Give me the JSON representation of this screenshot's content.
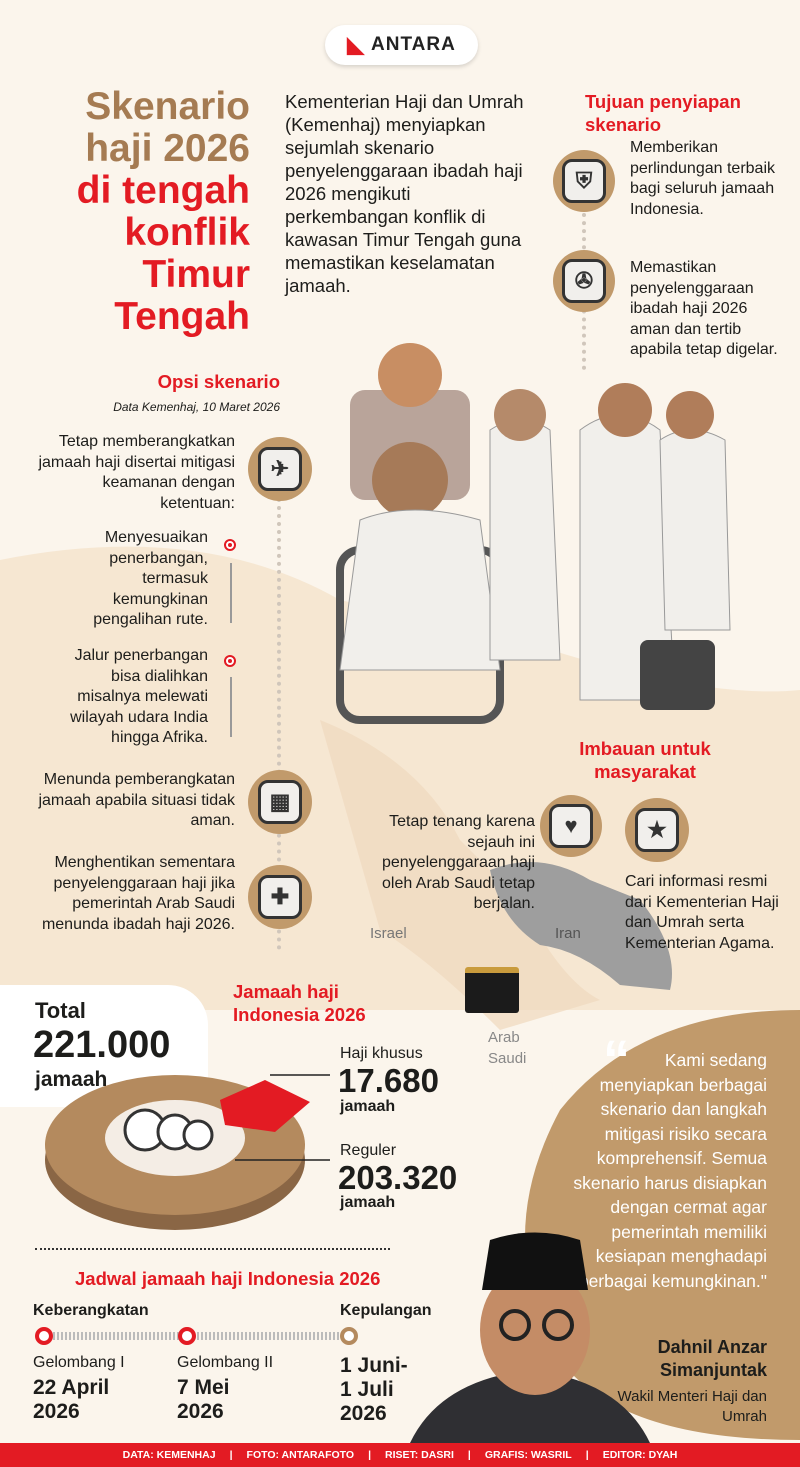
{
  "brand": {
    "logo_text": "ANTARA"
  },
  "title": {
    "line1": "Skenario",
    "line2": "haji 2026",
    "line3": "di tengah",
    "line4": "konflik",
    "line5": "Timur",
    "line6": "Tengah"
  },
  "intro": "Kementerian Haji dan Umrah (Kemenhaj) menyiapkan sejumlah skenario penyelenggaraan ibadah haji 2026 mengikuti perkembangan konflik di kawasan Timur Tengah guna memastikan keselamatan jamaah.",
  "tujuan": {
    "heading": "Tujuan penyiapan skenario",
    "items": [
      {
        "icon": "shield-icon",
        "text": "Memberikan perlindungan terbaik bagi seluruh jamaah Indonesia."
      },
      {
        "icon": "safety-fan-icon",
        "text": "Memastikan penyelenggaraan ibadah haji 2026 aman dan tertib apabila tetap digelar."
      }
    ]
  },
  "opsi": {
    "heading": "Opsi skenario",
    "source": "Data Kemenhaj, 10 Maret 2026",
    "items": [
      {
        "icon": "airplane-icon",
        "text": "Tetap memberangkatkan jamaah haji disertai mitigasi keamanan dengan ketentuan:"
      },
      {
        "text": "Menyesuaikan penerbangan, termasuk kemungkinan pengalihan rute."
      },
      {
        "text": "Jalur penerbangan bisa dialihkan misalnya melewati wilayah udara India hingga Afrika."
      },
      {
        "icon": "calendar-icon",
        "text": "Menunda pemberangkatan jamaah apabila situasi tidak aman."
      },
      {
        "icon": "stop-cross-icon",
        "text": "Menghentikan sementara penyelenggaraan haji jika pemerintah Arab Saudi menunda ibadah haji 2026."
      }
    ]
  },
  "imbauan": {
    "heading": "Imbauan untuk masyarakat",
    "items": [
      {
        "icon": "calm-head-icon",
        "text": "Tetap tenang karena sejauh ini penyelenggaraan haji oleh Arab Saudi tetap berjalan."
      },
      {
        "icon": "info-message-icon",
        "text": "Cari informasi resmi dari Kementerian Haji dan Umrah serta Kementerian Agama."
      }
    ]
  },
  "map_labels": {
    "israel": "Israel",
    "iran": "Iran",
    "arab_saudi": "Arab Saudi"
  },
  "jamaah": {
    "heading": "Jamaah haji Indonesia 2026",
    "total_label": "Total",
    "total_value": "221.000",
    "total_unit": "jamaah",
    "segments": [
      {
        "label": "Haji khusus",
        "value": "17.680",
        "unit": "jamaah",
        "color": "#e31b23"
      },
      {
        "label": "Reguler",
        "value": "203.320",
        "unit": "jamaah",
        "color": "#b48a5e"
      }
    ]
  },
  "quote": {
    "text": "Kami sedang menyiapkan berbagai skenario dan langkah mitigasi risiko secara komprehensif. Semua skenario harus disiapkan dengan cermat agar pemerintah memiliki kesiapan menghadapi berbagai kemungkinan.\"",
    "name": "Dahnil Anzar Simanjuntak",
    "role": "Wakil Menteri Haji dan Umrah"
  },
  "jadwal": {
    "heading": "Jadwal jamaah haji Indonesia 2026",
    "departure_label": "Keberangkatan",
    "return_label": "Kepulangan",
    "waves": [
      {
        "name": "Gelombang I",
        "date": "22 April 2026"
      },
      {
        "name": "Gelombang II",
        "date": "7 Mei 2026"
      }
    ],
    "return_date": "1 Juni- 1 Juli 2026"
  },
  "footer": {
    "items": [
      "DATA: KEMENHAJ",
      "FOTO: ANTARAFOTO",
      "RISET: DASRI",
      "GRAFIS: WASRIL",
      "EDITOR: DYAH"
    ]
  },
  "colors": {
    "accent": "#e31b23",
    "brown": "#b48a5e",
    "background": "#fbf5ec"
  }
}
